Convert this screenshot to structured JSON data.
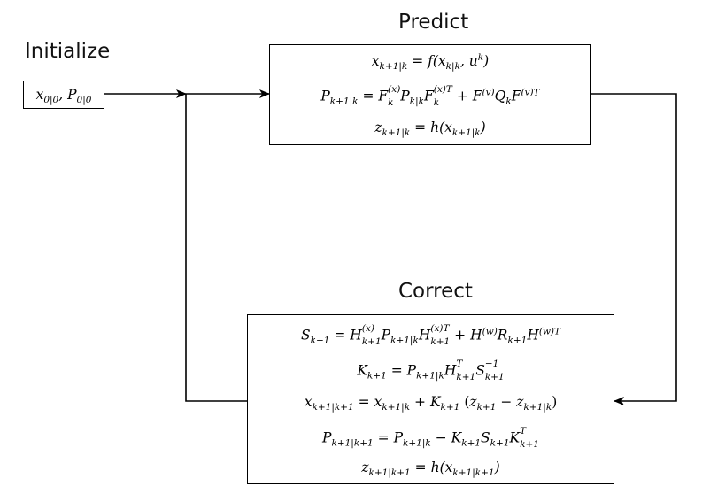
{
  "headings": {
    "initialize": "Initialize",
    "predict": "Predict",
    "correct": "Correct"
  },
  "init_box": {
    "html": "x<sub>0|0</sub>, P<sub>0|0</sub>"
  },
  "predict_box": {
    "equations": [
      "x<sub>k+1|k</sub> <span class=\"up\">=</span> f(x<sub>k|k</sub>, u<sup>k</sup>)",
      "P<sub>k+1|k</sub> <span class=\"up\">=</span> F<span class=\"stack\"><span class=\"s1\">(x)</span><span class=\"s2\">k</span></span>P<sub>k|k</sub>F<span class=\"stack\"><span class=\"s1\">(x)T</span><span class=\"s2\">k</span></span> <span class=\"up\">+</span> F<sup>(v)</sup>Q<sub>k</sub>F<sup>(v)T</sup>",
      "z<sub>k+1|k</sub> <span class=\"up\">=</span> h(x<sub>k+1|k</sub>)"
    ]
  },
  "correct_box": {
    "equations": [
      "S<sub>k+1</sub> <span class=\"up\">=</span> H<span class=\"stack\"><span class=\"s1\">(x)</span><span class=\"s2\">k+1</span></span>P<sub>k+1|k</sub>H<span class=\"stack\"><span class=\"s1\">(x)T</span><span class=\"s2\">k+1</span></span> <span class=\"up\">+</span> H<sup>(w)</sup>R<sub>k+1</sub>H<sup>(w)T</sup>",
      "K<sub>k+1</sub> <span class=\"up\">=</span> P<sub>k+1|k</sub>H<span class=\"stack\"><span class=\"s1\">T</span><span class=\"s2\">k+1</span></span>S<span class=\"stack\"><span class=\"s1\">−1</span><span class=\"s2\">k+1</span></span>",
      "x<sub>k+1|k+1</sub> <span class=\"up\">=</span> x<sub>k+1|k</sub> <span class=\"up\">+</span> K<sub>k+1</sub> <span class=\"up\">(</span>z<sub>k+1</sub> <span class=\"up\">−</span> z<sub>k+1|k</sub><span class=\"up\">)</span>",
      "P<sub>k+1|k+1</sub> <span class=\"up\">=</span> P<sub>k+1|k</sub> <span class=\"up\">−</span> K<sub>k+1</sub>S<sub>k+1</sub>K<span class=\"stack\"><span class=\"s1\">T</span><span class=\"s2\">k+1</span></span>",
      "z<sub>k+1|k+1</sub> <span class=\"up\">=</span> h(x<sub>k+1|k+1</sub>)"
    ]
  }
}
